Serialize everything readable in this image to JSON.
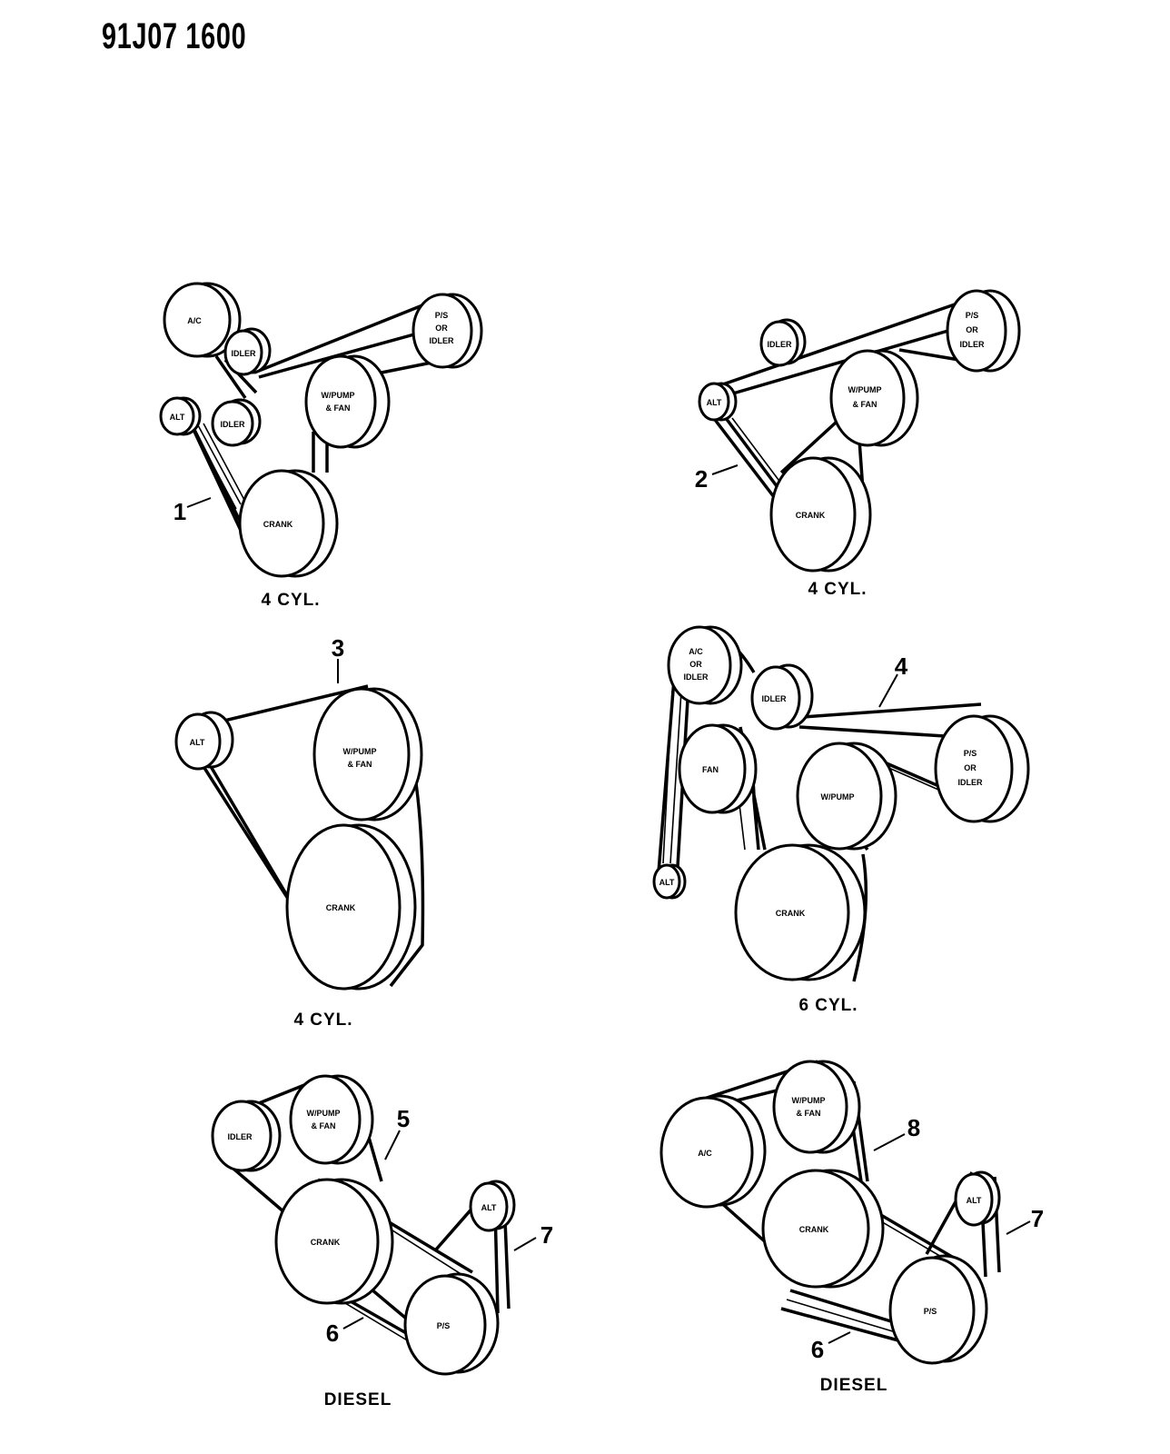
{
  "header": {
    "code": "91J07 1600"
  },
  "callouts": [
    "1",
    "2",
    "3",
    "4",
    "5",
    "6",
    "7",
    "8"
  ],
  "pulley_labels": {
    "ac": "A/C",
    "idler": "IDLER",
    "ps_or_idler": [
      "P/S",
      "OR",
      "IDLER"
    ],
    "wpump_fan": [
      "W/PUMP",
      "& FAN"
    ],
    "alt": "ALT",
    "crank": "CRANK",
    "ac_or_idler": [
      "A/C",
      "OR",
      "IDLER"
    ],
    "fan": "FAN",
    "wpump": "W/PUMP",
    "ps": "P/S"
  },
  "captions": {
    "p1": "4 CYL.",
    "p2": "4 CYL.",
    "p3": "4 CYL.",
    "p4": "6 CYL.",
    "p5": "DIESEL",
    "p6": "DIESEL"
  }
}
